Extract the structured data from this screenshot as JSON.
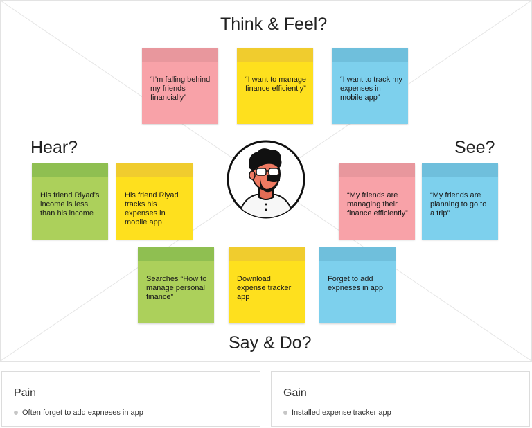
{
  "sections": {
    "think_feel": "Think & Feel?",
    "hear": "Hear?",
    "see": "See?",
    "say_do": "Say & Do?"
  },
  "notes": {
    "think1": "“I’m falling behind my friends financially”",
    "think2": "“I want to manage finance efficiently”",
    "think3": "“I want to track my expenses in mobile app”",
    "hear1": "His friend Riyad’s income is less than his income",
    "hear2": "His friend Riyad tracks his expenses in mobile app",
    "see1": "“My friends are managing their finance efficiently”",
    "see2": "“My friends are planning to go to a trip”",
    "say1": "Searches “How to manage personal finance”",
    "say2": "Download expense tracker app",
    "say3": "Forget to add expneses in app"
  },
  "pain": {
    "title": "Pain",
    "item": "Often forget to add expneses in app"
  },
  "gain": {
    "title": "Gain",
    "item": "Installed expense tracker app"
  },
  "colors": {
    "pink": "#f8a2a8",
    "yellow": "#fee01e",
    "blue": "#7dd0ed",
    "green": "#acd05b"
  }
}
